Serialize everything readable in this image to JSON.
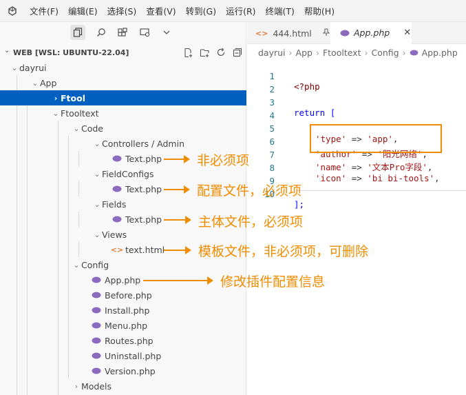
{
  "menubar": {
    "items": [
      "文件(F)",
      "编辑(E)",
      "选择(S)",
      "查看(V)",
      "转到(G)",
      "运行(R)",
      "终端(T)",
      "帮助(H)"
    ]
  },
  "explorer": {
    "title": "WEB [WSL: UBUNTU-22.04]",
    "tree": [
      {
        "label": "dayrui"
      },
      {
        "label": "App"
      },
      {
        "label": "Ftool"
      },
      {
        "label": "Ftooltext"
      },
      {
        "label": "Code"
      },
      {
        "label": "Controllers / Admin"
      },
      {
        "label": "Text.php"
      },
      {
        "label": "FieldConfigs"
      },
      {
        "label": "Text.php"
      },
      {
        "label": "Fields"
      },
      {
        "label": "Text.php"
      },
      {
        "label": "Views"
      },
      {
        "label": "text.html"
      },
      {
        "label": "Config"
      },
      {
        "label": "App.php"
      },
      {
        "label": "Before.php"
      },
      {
        "label": "Install.php"
      },
      {
        "label": "Menu.php"
      },
      {
        "label": "Routes.php"
      },
      {
        "label": "Uninstall.php"
      },
      {
        "label": "Version.php"
      },
      {
        "label": "Models"
      }
    ]
  },
  "tabs": [
    {
      "label": "444.html"
    },
    {
      "label": "App.php"
    }
  ],
  "breadcrumb": [
    "dayrui",
    "App",
    "Ftooltext",
    "Config",
    "App.php"
  ],
  "code": {
    "line_numbers": [
      "1",
      "2",
      "3",
      "4",
      "5",
      "6",
      "7",
      "8",
      "9",
      "10"
    ],
    "php_open": "<?php",
    "return_kw": "return",
    "open_bracket": "[",
    "arrow": "=>",
    "comma": ",",
    "close": "];",
    "entries": [
      {
        "key": "'type'",
        "value": "'app'"
      },
      {
        "key": "'author'",
        "value": "'阳光网络'"
      },
      {
        "key": "'name'",
        "value": "'文本Pro字段'"
      },
      {
        "key": "'icon'",
        "value": "'bi bi-tools'"
      }
    ]
  },
  "annotations": {
    "controllers_text": "非必须项",
    "fieldconfigs_text": "配置文件，必须项",
    "fields_text": "主体文件，必须项",
    "views_html": "模板文件，非必须项，可删除",
    "config_app": "修改插件配置信息"
  },
  "colors": {
    "accent": "#f08c00",
    "selection": "#0060c0",
    "php_icon": "#8a6bbe"
  }
}
